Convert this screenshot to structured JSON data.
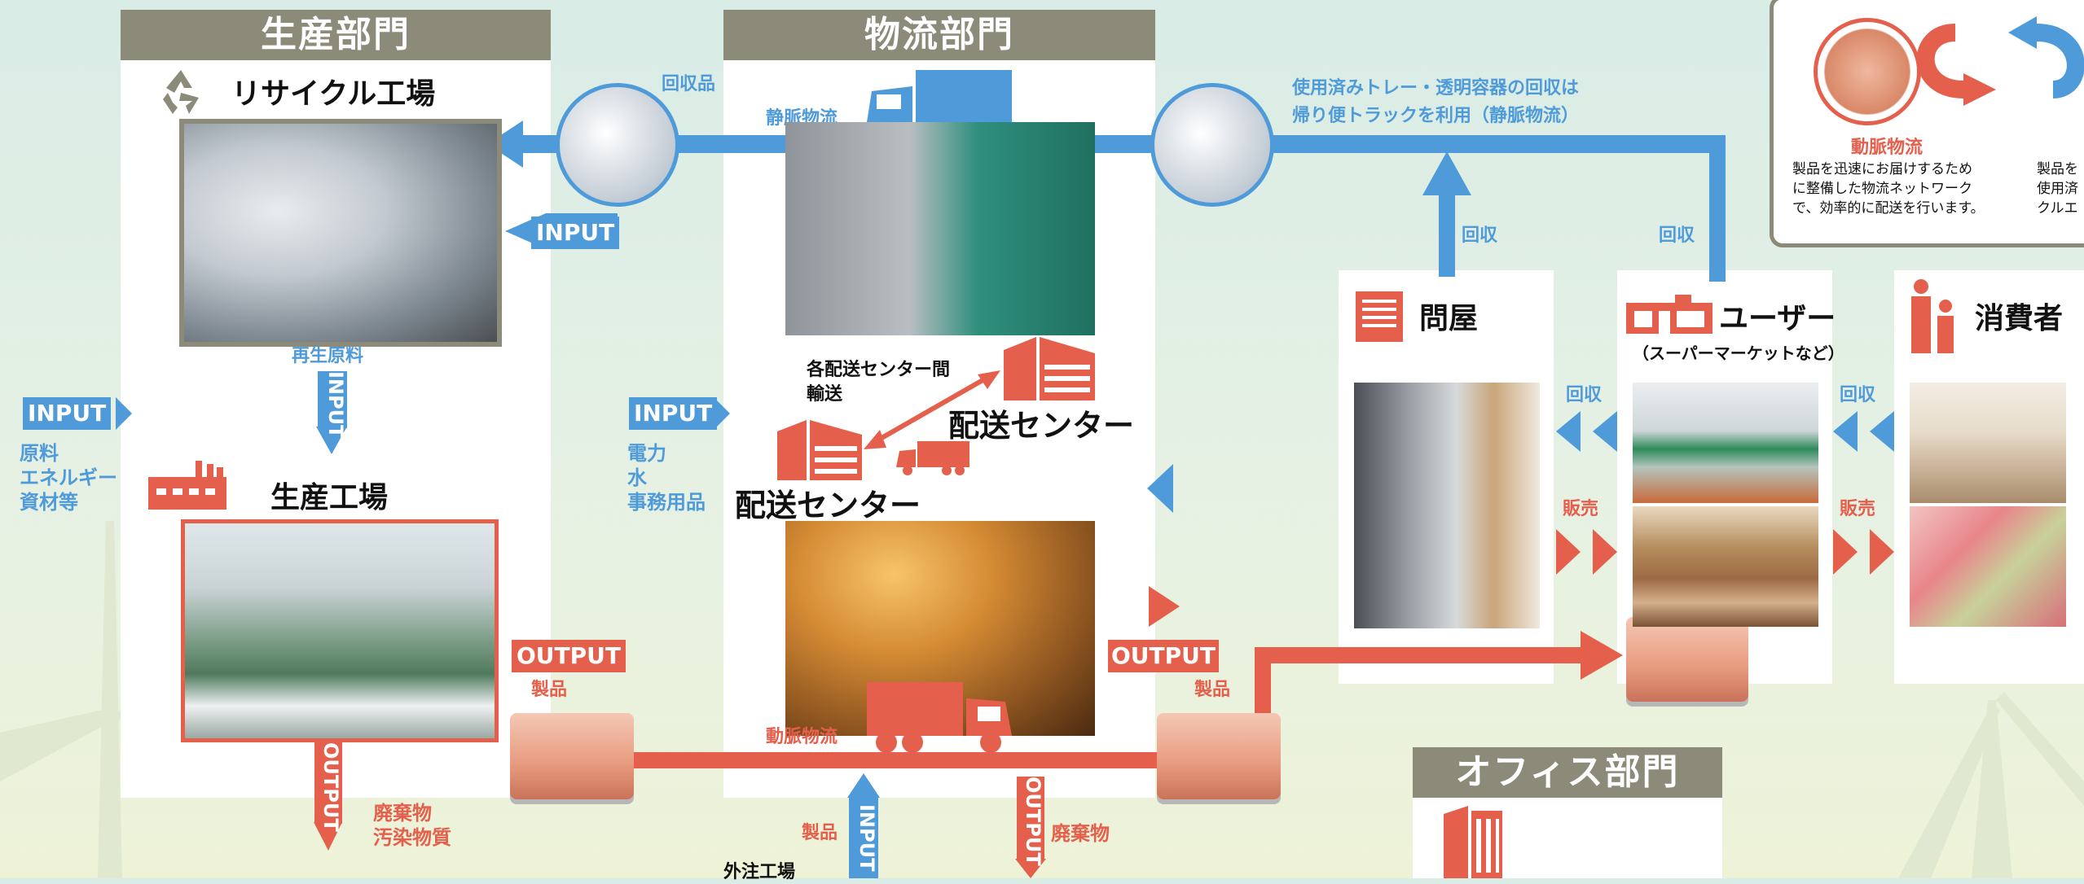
{
  "departments": {
    "production": "生産部門",
    "logistics": "物流部門",
    "office": "オフィス部門"
  },
  "production": {
    "recycle_plant": "リサイクル工場",
    "production_plant": "生産工場",
    "recycled_material": "再生原料",
    "input_items": [
      "原料",
      "エネルギー",
      "資材等"
    ],
    "waste": [
      "廃棄物",
      "汚染物質"
    ],
    "product": "製品"
  },
  "logistics": {
    "reverse_logistics": "静脈物流",
    "forward_logistics": "動脈物流",
    "inter_center_transport": [
      "各配送センター間",
      "輸送"
    ],
    "distribution_center_a": "配送センター",
    "distribution_center_b": "配送センター",
    "input_items": [
      "電力",
      "水",
      "事務用品"
    ],
    "waste": "廃棄物",
    "product_in": "製品",
    "outsourced_factory": "外注工場",
    "product_out": "製品"
  },
  "flow": {
    "collected_goods": "回収品",
    "return_note": [
      "使用済みトレー・透明容器の回収は",
      "帰り便トラックを利用（静脈物流）"
    ],
    "collect_label_1": "回収",
    "collect_label_2": "回収",
    "collect_label_3": "回収",
    "collect_label_4": "回収",
    "sale_label_1": "販売",
    "sale_label_2": "販売"
  },
  "tags": {
    "input": "INPUT",
    "output": "OUTPUT"
  },
  "parties": {
    "wholesaler": "問屋",
    "user": "ユーザー",
    "user_sub": "（スーパーマーケットなど）",
    "consumer": "消費者"
  },
  "legend": {
    "title": "動脈物流",
    "description": [
      "製品を迅速にお届けするため",
      "に整備した物流ネットワーク",
      "で、効率的に配送を行います。"
    ],
    "description_2": [
      "製品を",
      "使用済",
      "クルエ"
    ]
  },
  "colors": {
    "blue": "#4f9ad8",
    "red": "#e5604c",
    "header": "#8c8a79"
  }
}
